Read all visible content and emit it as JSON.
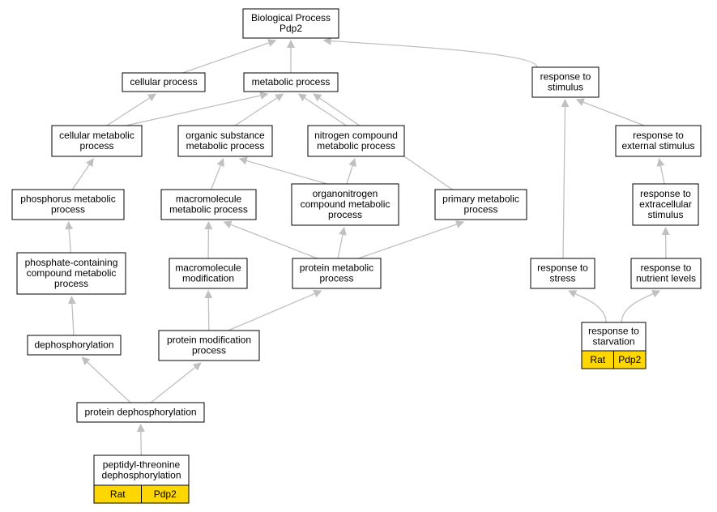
{
  "diagram": {
    "colors": {
      "edge": "#c0c0c0",
      "node_border": "#000000",
      "node_fill": "#ffffff",
      "annotation_fill": "#ffd700"
    },
    "nodes": [
      {
        "id": "root",
        "lines": [
          "Biological Process",
          "Pdp2"
        ]
      },
      {
        "id": "cellular_process",
        "lines": [
          "cellular process"
        ]
      },
      {
        "id": "metabolic_process",
        "lines": [
          "metabolic process"
        ]
      },
      {
        "id": "response_to_stimulus",
        "lines": [
          "response to",
          "stimulus"
        ]
      },
      {
        "id": "cellular_metabolic_process",
        "lines": [
          "cellular metabolic",
          "process"
        ]
      },
      {
        "id": "organic_substance_metabolic_process",
        "lines": [
          "organic substance",
          "metabolic process"
        ]
      },
      {
        "id": "nitrogen_compound_metabolic_process",
        "lines": [
          "nitrogen compound",
          "metabolic process"
        ]
      },
      {
        "id": "response_to_external_stimulus",
        "lines": [
          "response to",
          "external stimulus"
        ]
      },
      {
        "id": "phosphorus_metabolic_process",
        "lines": [
          "phosphorus metabolic",
          "process"
        ]
      },
      {
        "id": "macromolecule_metabolic_process",
        "lines": [
          "macromolecule",
          "metabolic process"
        ]
      },
      {
        "id": "organonitrogen_compound_metabolic_process",
        "lines": [
          "organonitrogen",
          "compound metabolic",
          "process"
        ]
      },
      {
        "id": "primary_metabolic_process",
        "lines": [
          "primary metabolic",
          "process"
        ]
      },
      {
        "id": "response_to_extracellular_stimulus",
        "lines": [
          "response to",
          "extracellular",
          "stimulus"
        ]
      },
      {
        "id": "phosphate_containing_compound_metabolic_process",
        "lines": [
          "phosphate-containing",
          "compound metabolic",
          "process"
        ]
      },
      {
        "id": "macromolecule_modification",
        "lines": [
          "macromolecule",
          "modification"
        ]
      },
      {
        "id": "protein_metabolic_process",
        "lines": [
          "protein metabolic",
          "process"
        ]
      },
      {
        "id": "response_to_stress",
        "lines": [
          "response to",
          "stress"
        ]
      },
      {
        "id": "response_to_nutrient_levels",
        "lines": [
          "response to",
          "nutrient levels"
        ]
      },
      {
        "id": "dephosphorylation",
        "lines": [
          "dephosphorylation"
        ]
      },
      {
        "id": "protein_modification_process",
        "lines": [
          "protein modification",
          "process"
        ]
      },
      {
        "id": "response_to_starvation",
        "lines": [
          "response to",
          "starvation"
        ],
        "annotations": [
          "Rat",
          "Pdp2"
        ]
      },
      {
        "id": "protein_dephosphorylation",
        "lines": [
          "protein dephosphorylation"
        ]
      },
      {
        "id": "peptidyl_threonine_dephosphorylation",
        "lines": [
          "peptidyl-threonine",
          "dephosphorylation"
        ],
        "annotations": [
          "Rat",
          "Pdp2"
        ]
      }
    ],
    "edges": [
      {
        "from": "cellular_process",
        "to": "root"
      },
      {
        "from": "metabolic_process",
        "to": "root"
      },
      {
        "from": "response_to_stimulus",
        "to": "root"
      },
      {
        "from": "cellular_metabolic_process",
        "to": "cellular_process"
      },
      {
        "from": "cellular_metabolic_process",
        "to": "metabolic_process"
      },
      {
        "from": "organic_substance_metabolic_process",
        "to": "metabolic_process"
      },
      {
        "from": "nitrogen_compound_metabolic_process",
        "to": "metabolic_process"
      },
      {
        "from": "primary_metabolic_process",
        "to": "metabolic_process"
      },
      {
        "from": "response_to_external_stimulus",
        "to": "response_to_stimulus"
      },
      {
        "from": "response_to_stress",
        "to": "response_to_stimulus"
      },
      {
        "from": "phosphorus_metabolic_process",
        "to": "cellular_metabolic_process"
      },
      {
        "from": "macromolecule_metabolic_process",
        "to": "organic_substance_metabolic_process"
      },
      {
        "from": "organonitrogen_compound_metabolic_process",
        "to": "organic_substance_metabolic_process"
      },
      {
        "from": "organonitrogen_compound_metabolic_process",
        "to": "nitrogen_compound_metabolic_process"
      },
      {
        "from": "response_to_extracellular_stimulus",
        "to": "response_to_external_stimulus"
      },
      {
        "from": "phosphate_containing_compound_metabolic_process",
        "to": "phosphorus_metabolic_process"
      },
      {
        "from": "macromolecule_modification",
        "to": "macromolecule_metabolic_process"
      },
      {
        "from": "protein_metabolic_process",
        "to": "macromolecule_metabolic_process"
      },
      {
        "from": "protein_metabolic_process",
        "to": "organonitrogen_compound_metabolic_process"
      },
      {
        "from": "protein_metabolic_process",
        "to": "primary_metabolic_process"
      },
      {
        "from": "response_to_nutrient_levels",
        "to": "response_to_extracellular_stimulus"
      },
      {
        "from": "dephosphorylation",
        "to": "phosphate_containing_compound_metabolic_process"
      },
      {
        "from": "protein_modification_process",
        "to": "macromolecule_modification"
      },
      {
        "from": "protein_modification_process",
        "to": "protein_metabolic_process"
      },
      {
        "from": "response_to_starvation",
        "to": "response_to_stress"
      },
      {
        "from": "response_to_starvation",
        "to": "response_to_nutrient_levels"
      },
      {
        "from": "protein_dephosphorylation",
        "to": "dephosphorylation"
      },
      {
        "from": "protein_dephosphorylation",
        "to": "protein_modification_process"
      },
      {
        "from": "peptidyl_threonine_dephosphorylation",
        "to": "protein_dephosphorylation"
      }
    ]
  }
}
